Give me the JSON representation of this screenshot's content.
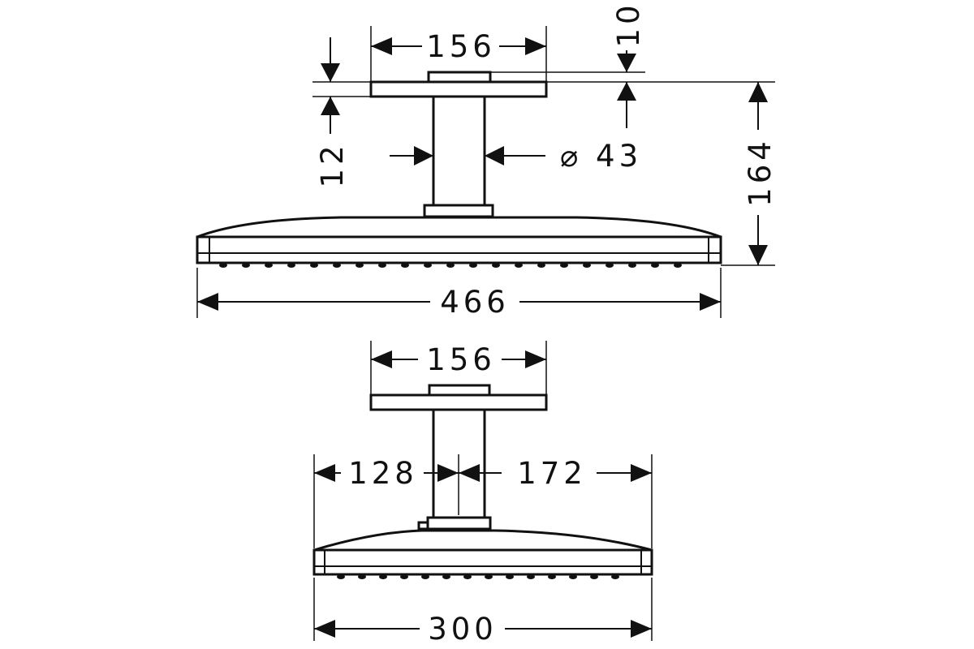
{
  "drawing": {
    "top_view": {
      "plate_width": "156",
      "plate_offset": "10",
      "plate_thickness": "12",
      "arm_diameter": "⌀ 43",
      "total_height": "164",
      "head_width": "466"
    },
    "bottom_view": {
      "plate_width": "156",
      "left_offset": "128",
      "right_offset": "172",
      "head_width": "300"
    }
  }
}
